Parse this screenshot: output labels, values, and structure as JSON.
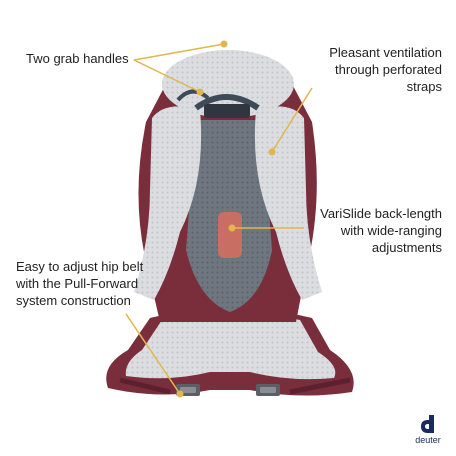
{
  "callouts": {
    "grab_handles": "Two grab handles",
    "ventilation": "Pleasant ventilation\nthrough perforated\nstraps",
    "back_length": "VariSlide back-length\nwith wide-ranging\nadjustments",
    "hip_belt": "Easy to adjust hip belt\nwith the Pull-Forward\nsystem construction"
  },
  "brand": {
    "name": "deuter"
  },
  "colors": {
    "accent": "#e0b74d",
    "frame": "#7a2e3c",
    "mesh": "#dcdde1",
    "back_panel": "#6e7680",
    "text": "#1f1f1f",
    "brand_navy": "#1a2c5e"
  }
}
